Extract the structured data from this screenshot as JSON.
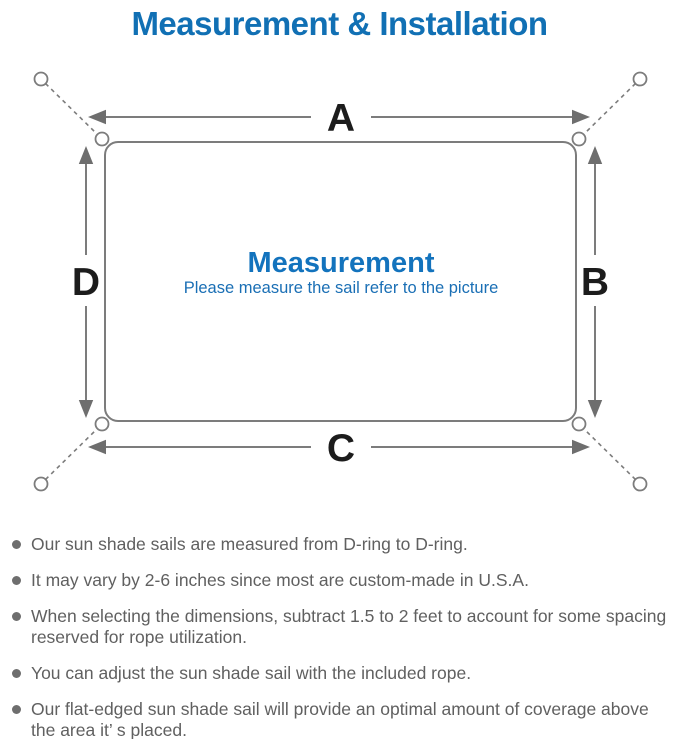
{
  "title": "Measurement & Installation",
  "colors": {
    "title_blue": "#1170b4",
    "heading_blue": "#1373bd",
    "subtitle_blue": "#1a6fb5",
    "line_gray": "#7c7c7c",
    "arrow_gray": "#6e6e6e",
    "label_black": "#1c1c1c",
    "bullet_text": "#606060",
    "bullet_dot": "#6e6e6e"
  },
  "diagram": {
    "labels": {
      "top": "A",
      "right": "B",
      "bottom": "C",
      "left": "D"
    },
    "center_heading": "Measurement",
    "center_subtitle": "Please measure the sail refer to the picture"
  },
  "bullets": [
    "Our sun shade sails are measured from D-ring to D-ring.",
    "It may vary by 2-6 inches since most are custom-made in U.S.A.",
    "When selecting the dimensions, subtract 1.5 to 2 feet to account for some spacing reserved for rope utilization.",
    "You can adjust the sun shade sail with the included rope.",
    "Our flat-edged sun shade sail will provide an optimal amount of coverage above the area it’ s placed."
  ]
}
